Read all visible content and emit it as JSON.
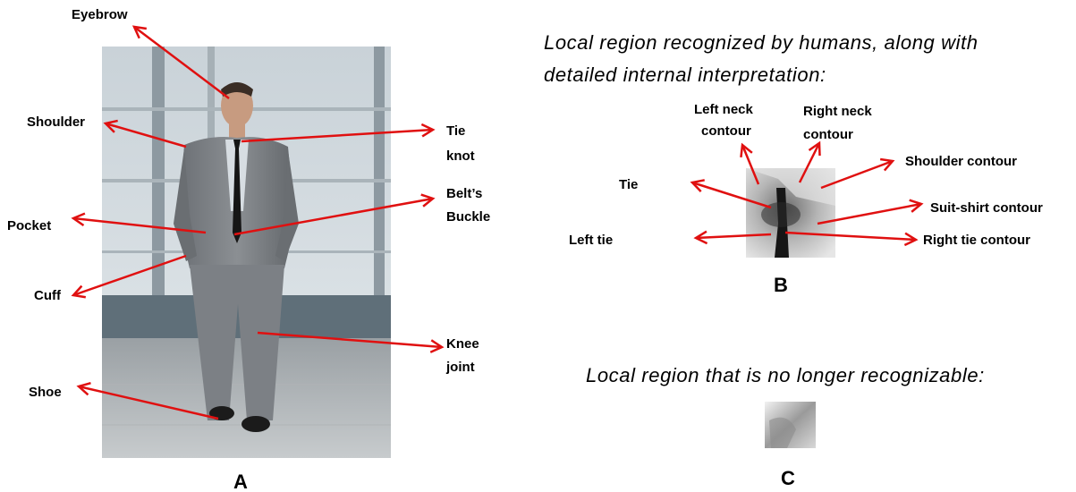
{
  "panel_a": {
    "image_description": "photo-man-in-grey-suit-walking",
    "labels": {
      "eyebrow": "Eyebrow",
      "shoulder": "Shoulder",
      "pocket": "Pocket",
      "cuff": "Cuff",
      "shoe": "Shoe",
      "tie_knot_1": "Tie",
      "tie_knot_2": "knot",
      "belt_1": "Belt’s",
      "belt_2": "Buckle",
      "knee_1": "Knee",
      "knee_2": "joint"
    },
    "panel_label": "A"
  },
  "panel_b": {
    "caption_line1": "Local region recognized by humans, along with",
    "caption_line2": "detailed internal interpretation:",
    "labels": {
      "left_neck_1": "Left neck",
      "left_neck_2": "contour",
      "right_neck_1": "Right neck",
      "right_neck_2": "contour",
      "shoulder_contour": "Shoulder contour",
      "tie": "Tie",
      "suit_shirt": "Suit-shirt contour",
      "left_tie": "Left tie",
      "right_tie": "Right tie contour"
    },
    "panel_label": "B"
  },
  "panel_c": {
    "caption": "Local region that is no longer recognizable:",
    "panel_label": "C"
  },
  "colors": {
    "arrow": "#e01010",
    "text": "#000000"
  }
}
